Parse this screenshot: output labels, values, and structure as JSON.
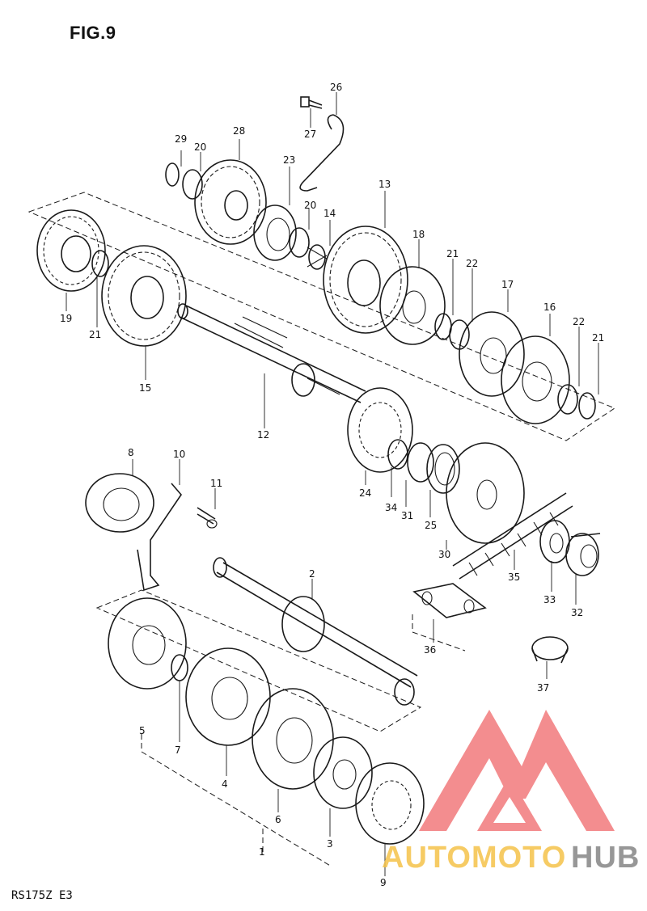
{
  "figure": {
    "title": "FIG.9",
    "model_code": "RS175Z E3"
  },
  "parts": [
    {
      "id": "1",
      "label": "1"
    },
    {
      "id": "2",
      "label": "2"
    },
    {
      "id": "3",
      "label": "3"
    },
    {
      "id": "4",
      "label": "4"
    },
    {
      "id": "5",
      "label": "5"
    },
    {
      "id": "6",
      "label": "6"
    },
    {
      "id": "7",
      "label": "7"
    },
    {
      "id": "8",
      "label": "8"
    },
    {
      "id": "9",
      "label": "9"
    },
    {
      "id": "10",
      "label": "10"
    },
    {
      "id": "11",
      "label": "11"
    },
    {
      "id": "12",
      "label": "12"
    },
    {
      "id": "13",
      "label": "13"
    },
    {
      "id": "14",
      "label": "14"
    },
    {
      "id": "15",
      "label": "15"
    },
    {
      "id": "16",
      "label": "16"
    },
    {
      "id": "17",
      "label": "17"
    },
    {
      "id": "18",
      "label": "18"
    },
    {
      "id": "19",
      "label": "19"
    },
    {
      "id": "20a",
      "label": "20"
    },
    {
      "id": "20b",
      "label": "20"
    },
    {
      "id": "21a",
      "label": "21"
    },
    {
      "id": "21b",
      "label": "21"
    },
    {
      "id": "21c",
      "label": "21"
    },
    {
      "id": "22a",
      "label": "22"
    },
    {
      "id": "22b",
      "label": "22"
    },
    {
      "id": "23",
      "label": "23"
    },
    {
      "id": "24",
      "label": "24"
    },
    {
      "id": "25",
      "label": "25"
    },
    {
      "id": "26",
      "label": "26"
    },
    {
      "id": "27",
      "label": "27"
    },
    {
      "id": "28",
      "label": "28"
    },
    {
      "id": "29",
      "label": "29"
    },
    {
      "id": "30",
      "label": "30"
    },
    {
      "id": "31",
      "label": "31"
    },
    {
      "id": "32",
      "label": "32"
    },
    {
      "id": "33",
      "label": "33"
    },
    {
      "id": "34",
      "label": "34"
    },
    {
      "id": "35",
      "label": "35"
    },
    {
      "id": "36",
      "label": "36"
    },
    {
      "id": "37",
      "label": "37"
    }
  ],
  "watermark": {
    "text_part1": "AUTOMOTO",
    "text_part2": "HUB",
    "color_primary": "#f0686a",
    "color_accent": "#f5c24a",
    "color_dark": "#8c8c8c"
  }
}
